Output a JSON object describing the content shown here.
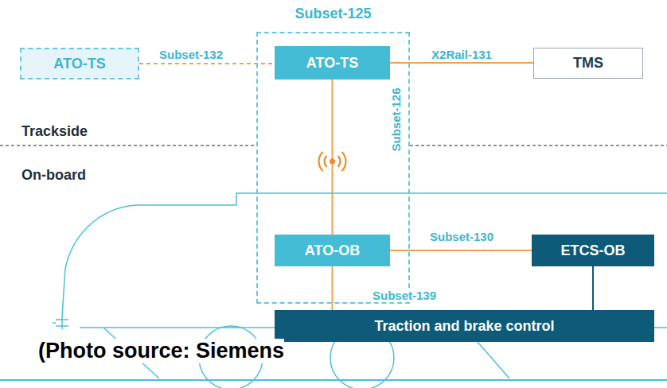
{
  "diagram": {
    "nodes": [
      {
        "text": [
          "Subset-125"
        ]
      },
      {
        "text": [
          "ATO-TS"
        ]
      },
      {
        "text": [
          "ATO-TS"
        ],
        "in": 0
      },
      {
        "text": [
          "TMS"
        ]
      },
      {
        "text": [
          "ATO-OB"
        ],
        "in": 0
      },
      {
        "text": [
          "ETCS-OB"
        ]
      },
      {
        "text": [
          "Traction and brake control"
        ]
      }
    ],
    "edges": [
      {
        "from": 1,
        "to": 2,
        "label": "Subset-132",
        "arrow": "none"
      },
      {
        "from": 2,
        "to": 3,
        "label": "X2Rail-131",
        "arrow": "none"
      },
      {
        "from": 2,
        "to": 4,
        "label": "Subset-126",
        "arrow": "none"
      },
      {
        "from": 4,
        "to": 5,
        "label": "Subset-130",
        "arrow": "none"
      },
      {
        "from": 4,
        "to": 6,
        "label": "Subset-139",
        "arrow": "none"
      },
      {
        "from": 5,
        "to": 6,
        "arrow": "none"
      }
    ],
    "labels": [
      "Trackside",
      "On-board",
      "(Photo source: Siemens"
    ]
  }
}
